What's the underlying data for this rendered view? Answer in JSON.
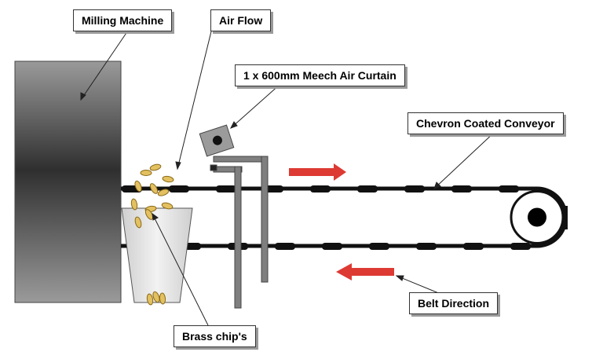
{
  "labels": {
    "milling_machine": "Milling Machine",
    "air_flow": "Air Flow",
    "air_curtain": "1 x 600mm Meech Air Curtain",
    "conveyor": "Chevron Coated Conveyor",
    "belt_direction": "Belt Direction",
    "brass_chips": "Brass chip's"
  },
  "colors": {
    "machine_dark": "#2f2f2f",
    "machine_light": "#9a9a9a",
    "belt": "#111111",
    "frame": "#7f7f7f",
    "direction_arrow": "#dd3a33",
    "chip_fill": "#e3c060",
    "chip_stroke": "#8a6a1a",
    "bin": "#d4d4d4",
    "label_shadow": "#9a9a9a"
  },
  "icons": {
    "curtain": "air-curtain-icon",
    "roller": "roller-icon",
    "direction": "arrow-icon"
  }
}
